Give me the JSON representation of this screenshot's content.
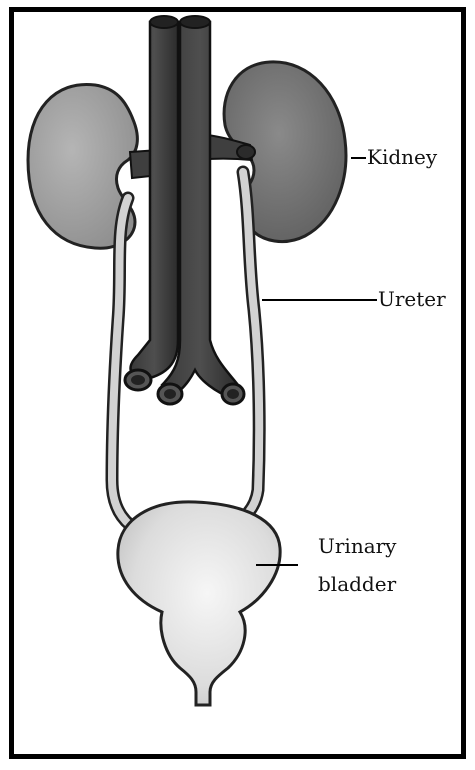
{
  "diagram": {
    "labels": {
      "kidney": "Kidney",
      "ureter": "Ureter",
      "bladder_line1": "Urinary",
      "bladder_line2": "bladder"
    }
  }
}
